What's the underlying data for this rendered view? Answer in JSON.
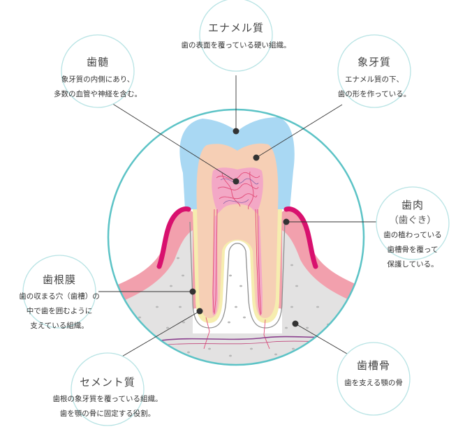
{
  "colors": {
    "ring": "#5cc3c6",
    "enamel": "#a9d8f3",
    "dentin": "#f6cfb5",
    "pulp": "#f3a8c6",
    "vessel": "#e24a77",
    "gum": "#f2a0ad",
    "gum_edge": "#d8106e",
    "bone": "#e3e2e2",
    "cementum": "#f6edaf",
    "line": "#333333"
  },
  "labels": {
    "enamel": {
      "title": "エナメル質",
      "desc": [
        "歯の表面を覆っている硬い組織。"
      ]
    },
    "pulp": {
      "title": "歯髄",
      "desc": [
        "象牙質の内側にあり、",
        "多数の血管や神経を含む。"
      ]
    },
    "dentin": {
      "title": "象牙質",
      "desc": [
        "エナメル質の下、",
        "歯の形を作っている。"
      ]
    },
    "gingiva": {
      "title": "歯肉",
      "subtitle": "（歯ぐき）",
      "desc": [
        "歯の植わっている",
        "歯槽骨を覆って",
        "保護している。"
      ]
    },
    "pdl": {
      "title": "歯根膜",
      "desc": [
        "歯の収まる穴（歯槽）の",
        "中で歯を囲むように",
        "支えている組織。"
      ]
    },
    "cementum": {
      "title": "セメント質",
      "desc": [
        "歯根の象牙質を覆っている組織。",
        "歯を顎の骨に固定する役割。"
      ]
    },
    "bone": {
      "title": "歯槽骨",
      "desc": [
        "歯を支える顎の骨"
      ]
    }
  }
}
